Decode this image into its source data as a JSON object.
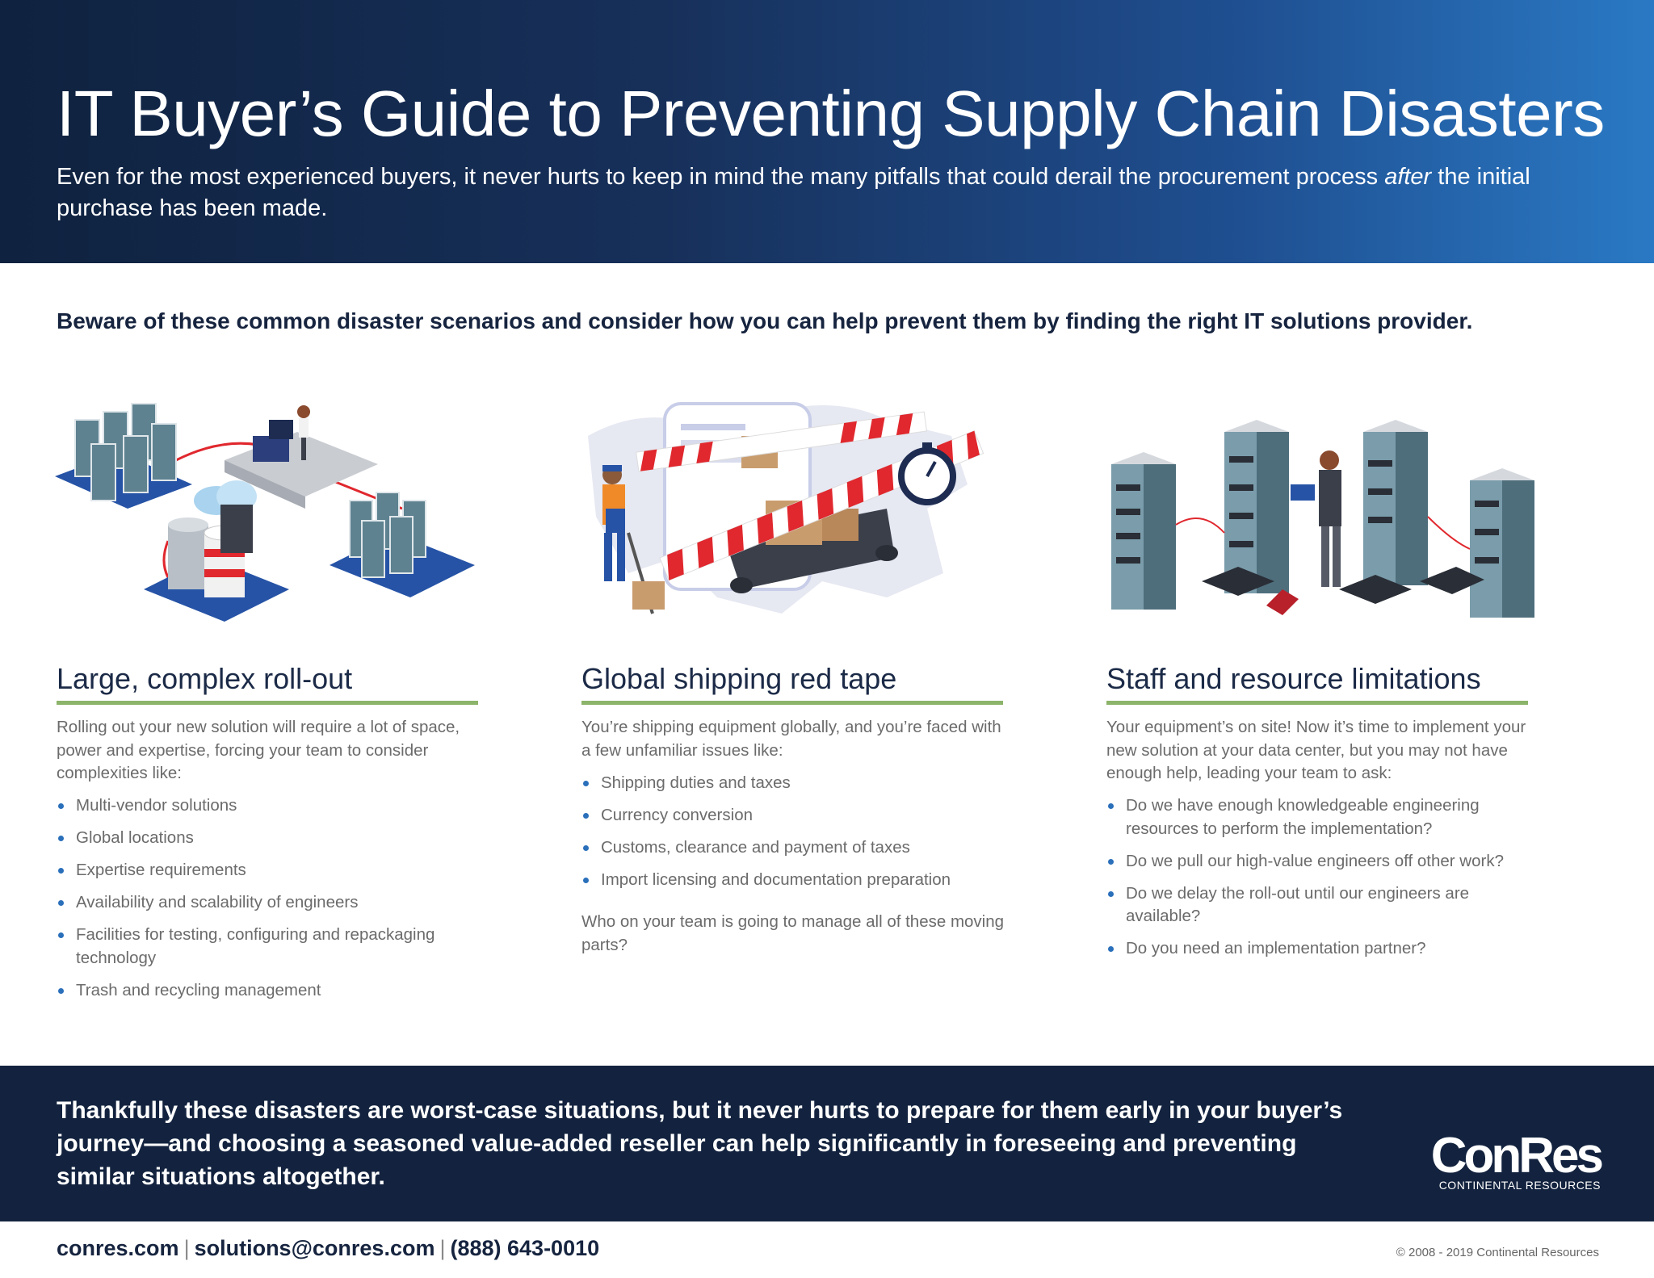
{
  "header": {
    "title": "IT Buyer’s Guide to Preventing Supply Chain Disasters",
    "subtitle_before": "Even for the most experienced buyers, it never hurts to keep in mind the many pitfalls that could derail the procurement process ",
    "subtitle_emphasis": "after",
    "subtitle_after": " the initial purchase has been made."
  },
  "intro": "Beware of these common disaster scenarios and consider how you can help prevent them by finding the right IT solutions provider.",
  "sections": [
    {
      "heading": "Large, complex roll-out",
      "lead": "Rolling out your new solution will require a lot of space, power and expertise, forcing your team to consider complexities like:",
      "bullets": [
        "Multi-vendor solutions",
        "Global locations",
        "Expertise requirements",
        "Availability and scalability of engineers",
        "Facilities for testing, configuring and repackaging technology",
        "Trash and recycling management"
      ]
    },
    {
      "heading": "Global shipping red tape",
      "lead": "You’re shipping equipment globally, and you’re faced with a few unfamiliar issues like:",
      "bullets": [
        "Shipping duties and taxes",
        "Currency conversion",
        "Customs, clearance and payment of taxes",
        "Import licensing and documentation preparation"
      ],
      "closing": "Who on your team is going to manage all of these moving parts?"
    },
    {
      "heading": "Staff and resource limitations",
      "lead": "Your equipment’s on site! Now it’s time to implement your new solution at your data center, but you may not have enough help, leading your team to ask:",
      "bullets": [
        "Do we have enough knowledgeable engineering resources to perform the implementation?",
        "Do we pull our high-value engineers off other work?",
        "Do we delay the roll-out until our engineers are available?",
        "Do you need an implementation partner?"
      ]
    }
  ],
  "footer": {
    "closing": "Thankfully these disasters are worst-case situations, but it never hurts to prepare for them early in your buyer’s journey—and choosing a seasoned value-added reseller can help significantly in foreseeing and preventing similar situations altogether.",
    "logo_wordmark": "ConRes",
    "logo_tagline": "CONTINENTAL RESOURCES",
    "contact": {
      "website": "conres.com",
      "separator": "|",
      "email": "solutions@conres.com",
      "phone": "(888) 643-0010"
    },
    "copyright": "© 2008 - 2019 Continental Resources"
  },
  "icons": {
    "illustration_1": "data-center-rollout-illustration",
    "illustration_2": "shipping-red-tape-illustration",
    "illustration_3": "server-room-engineer-illustration"
  },
  "colors": {
    "header_dark": "#0f223f",
    "header_light": "#2a79c4",
    "footer_band": "#13233f",
    "heading_rule": "#8cb46a",
    "bullet": "#2a6fba",
    "body_text": "#6b6b6b",
    "caution_red": "#e0282e"
  }
}
